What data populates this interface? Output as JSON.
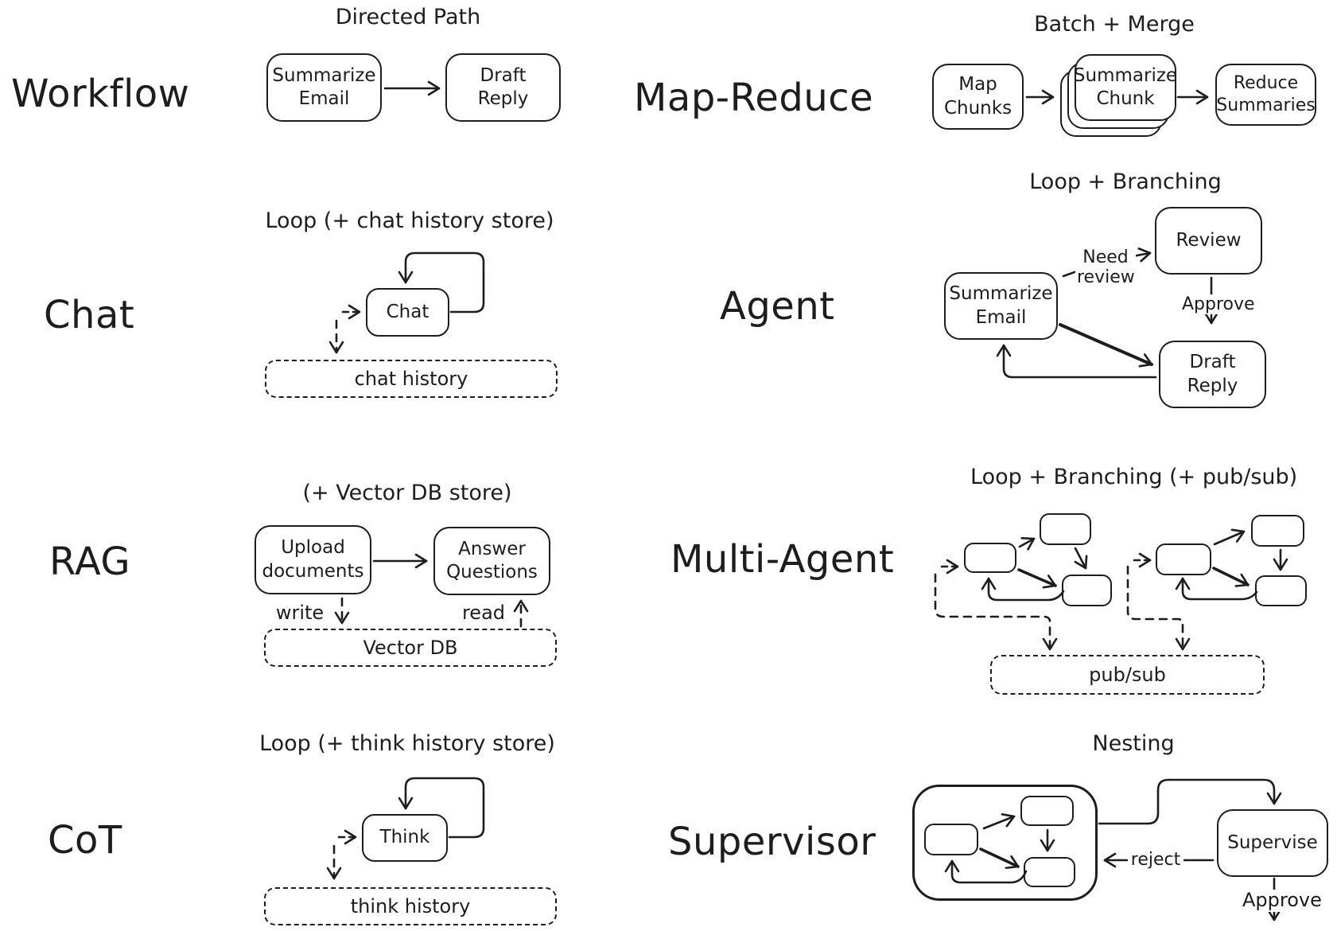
{
  "colors": {
    "ink": "#1d1d1d",
    "background": "#ffffff"
  },
  "workflow": {
    "label": "Workflow",
    "caption": "Directed Path",
    "nodes": {
      "summarize_email": [
        "Summarize",
        "Email"
      ],
      "draft_reply": [
        "Draft",
        "Reply"
      ]
    }
  },
  "map_reduce": {
    "label": "Map-Reduce",
    "caption": "Batch + Merge",
    "nodes": {
      "map_chunks": [
        "Map",
        "Chunks"
      ],
      "summarize_chunk": [
        "Summarize",
        "Chunk"
      ],
      "reduce_summaries": [
        "Reduce",
        "Summaries"
      ]
    }
  },
  "chat": {
    "label": "Chat",
    "caption": "Loop (+ chat history store)",
    "nodes": {
      "chat": "Chat",
      "chat_history": "chat history"
    }
  },
  "agent": {
    "label": "Agent",
    "caption": "Loop + Branching",
    "nodes": {
      "summarize_email": [
        "Summarize",
        "Email"
      ],
      "review": "Review",
      "draft_reply": [
        "Draft",
        "Reply"
      ]
    },
    "edges": {
      "need_review": [
        "Need",
        "review"
      ],
      "approve": "Approve"
    }
  },
  "rag": {
    "label": "RAG",
    "caption": "(+ Vector DB store)",
    "nodes": {
      "upload_documents": [
        "Upload",
        "documents"
      ],
      "answer_questions": [
        "Answer",
        "Questions"
      ],
      "vector_db": "Vector DB"
    },
    "edges": {
      "write": "write",
      "read": "read"
    }
  },
  "multi_agent": {
    "label": "Multi-Agent",
    "caption": "Loop + Branching (+ pub/sub)",
    "nodes": {
      "pub_sub": "pub/sub"
    }
  },
  "cot": {
    "label": "CoT",
    "caption": "Loop (+ think history store)",
    "nodes": {
      "think": "Think",
      "think_history": "think history"
    }
  },
  "supervisor": {
    "label": "Supervisor",
    "caption": "Nesting",
    "nodes": {
      "supervise": "Supervise"
    },
    "edges": {
      "reject": "reject",
      "approve": "Approve"
    }
  }
}
